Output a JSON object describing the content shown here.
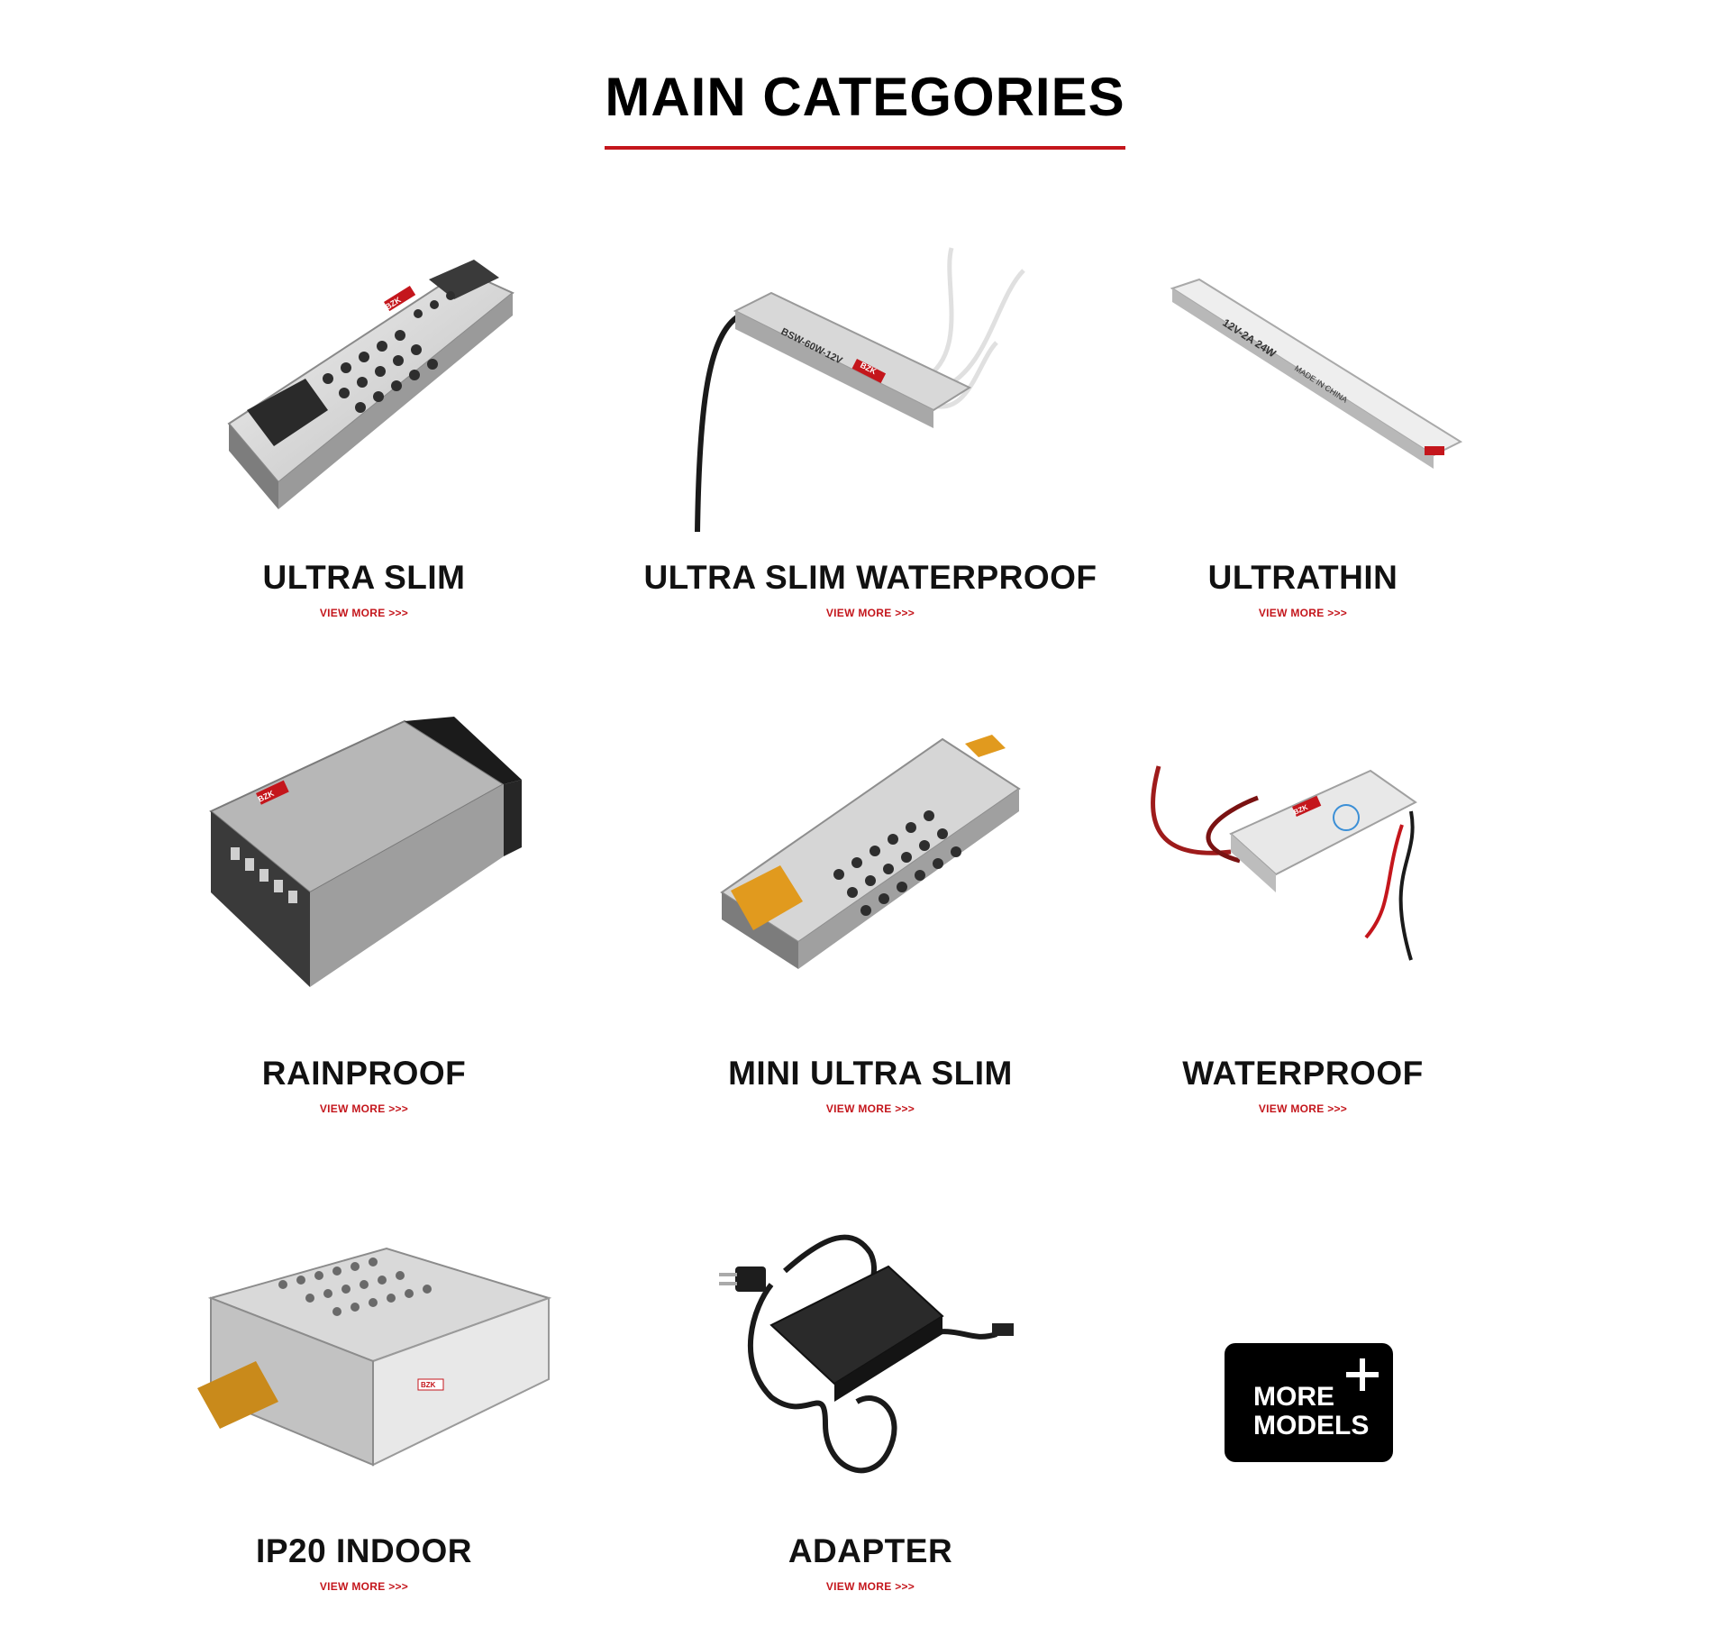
{
  "header": {
    "title": "MAIN CATEGORIES",
    "accent_color": "#c4161c"
  },
  "categories": [
    {
      "name": "ULTRA SLIM",
      "link": "VIEW MORE >>>",
      "image": "slim-power-supply-image"
    },
    {
      "name": "ULTRA SLIM WATERPROOF",
      "link": "VIEW MORE >>>",
      "image": "slim-waterproof-power-supply-image"
    },
    {
      "name": "ULTRATHIN",
      "link": "VIEW MORE >>>",
      "image": "ultrathin-power-supply-image"
    },
    {
      "name": "RAINPROOF",
      "link": "VIEW MORE >>>",
      "image": "rainproof-power-supply-image"
    },
    {
      "name": "MINI ULTRA SLIM",
      "link": "VIEW MORE >>>",
      "image": "mini-slim-power-supply-image"
    },
    {
      "name": "WATERPROOF",
      "link": "VIEW MORE >>>",
      "image": "waterproof-power-supply-image"
    },
    {
      "name": "IP20 INDOOR",
      "link": "VIEW MORE >>>",
      "image": "ip20-indoor-power-supply-image"
    },
    {
      "name": "ADAPTER",
      "link": "VIEW MORE >>>",
      "image": "adapter-image"
    }
  ],
  "more_models": {
    "label_line1": "MORE",
    "label_line2": "MODELS",
    "icon": "plus-icon"
  },
  "product_labels": {
    "brand": "BZK",
    "ultra_slim_waterproof_model": "BSW-60W-12V",
    "ultrathin_spec": "12V-2A 24W",
    "ultrathin_origin": "MADE IN CHINA"
  }
}
